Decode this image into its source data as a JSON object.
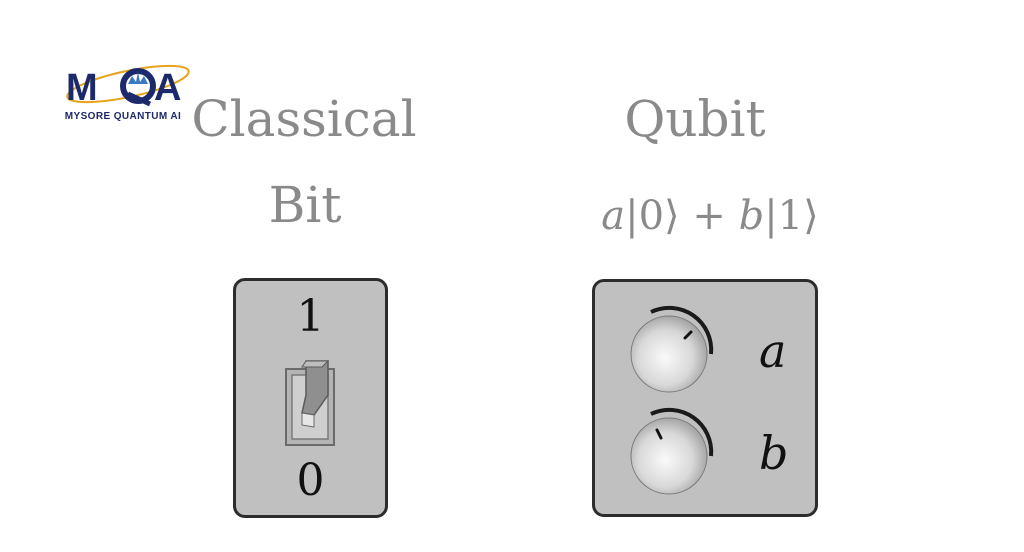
{
  "logo": {
    "wordmark": "MQA",
    "tagline": "MYSORE QUANTUM AI",
    "colors": {
      "primary": "#1c2a6b",
      "accent": "#e8a21c",
      "secondary": "#3a78c2"
    }
  },
  "classical": {
    "title_line1": "Classical",
    "title_line2": "Bit",
    "label_top": "1",
    "label_bottom": "0",
    "icon": "toggle-switch-icon"
  },
  "qubit": {
    "title": "Qubit",
    "formula": {
      "coef_a": "a",
      "ket0": "|0⟩",
      "plus": " + ",
      "coef_b": "b",
      "ket1": "|1⟩"
    },
    "knob_a_label": "a",
    "knob_b_label": "b",
    "icon": "dial-knob-icon"
  },
  "colors": {
    "title_gray": "#8a8a8a",
    "panel_fill": "#c0c0c0",
    "panel_border": "#2c2c2c"
  }
}
